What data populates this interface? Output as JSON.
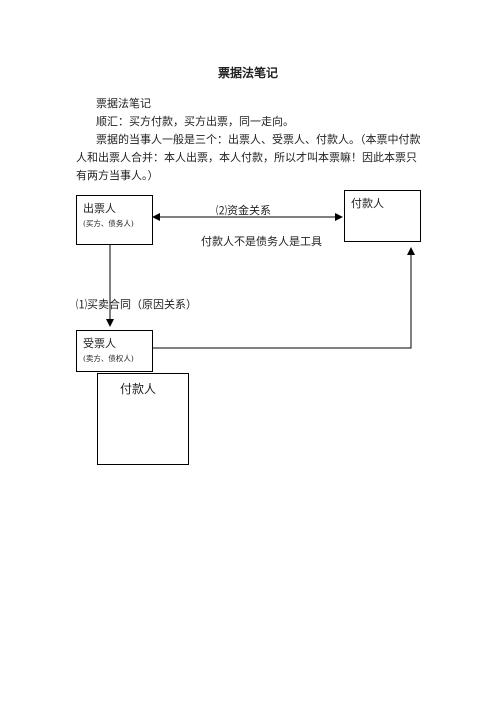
{
  "title": "票据法笔记",
  "paragraphs": [
    "票据法笔记",
    "顺汇：买方付款，买方出票，同一走向。",
    "票据的当事人一般是三个：出票人、受票人、付款人。（本票中付款人和出票人合并：本人出票，本人付款，所以才叫本票嘛！因此本票只有两方当事人。）"
  ],
  "diagram": {
    "drawer": {
      "label": "出票人",
      "sub": "(买方、债务人)"
    },
    "payer_top": {
      "label": "付款人"
    },
    "payee": {
      "label": "受票人",
      "sub": "(卖方、债权人)"
    },
    "payer_bottom": {
      "label": "付款人"
    },
    "funds_relation": "⑵资金关系",
    "payer_note": "付款人不是债务人是工具",
    "contract_relation": "⑴买卖合同（原因关系）"
  }
}
